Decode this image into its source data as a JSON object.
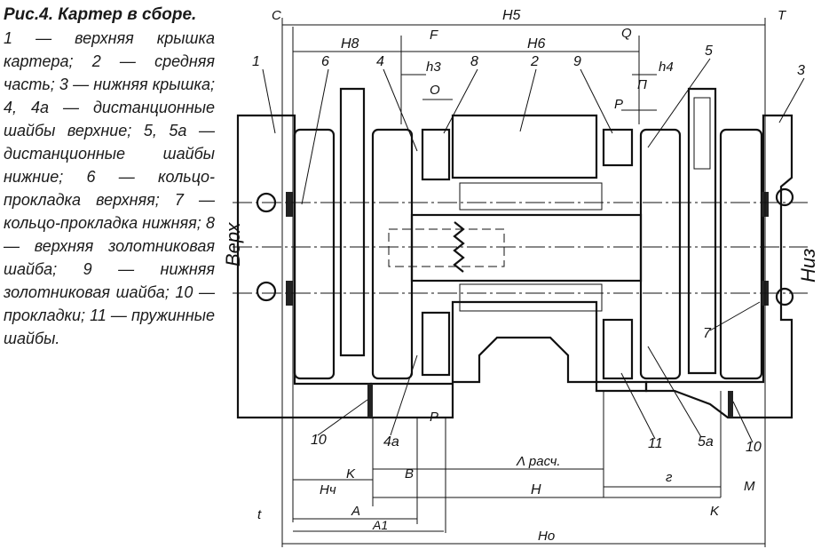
{
  "caption": {
    "title": "Рис.4. Картер в сборе.",
    "body": "1 — верхняя крышка картера; 2 — средняя часть; 3 — нижняя крышка; 4, 4а — дистанционные шайбы верхние; 5, 5а — дистанционные шайбы нижние; 6 — кольцо-прокладка верхняя; 7 — кольцо-прокладка нижняя; 8 — верхняя золотниковая шайба; 9 — нижняя золотниковая шайба; 10 — прокладки; 11 — пружинные шайбы."
  },
  "drawing": {
    "side_left": "Верх",
    "side_right": "Низ",
    "dims_top": [
      "C",
      "H5",
      "T",
      "H8",
      "F",
      "H6",
      "Q",
      "h3",
      "h4",
      "O",
      "П",
      "P"
    ],
    "dims_bottom": [
      "P",
      "K",
      "B",
      "Λ расч.",
      "Hч",
      "H",
      "г",
      "M",
      "A",
      "K",
      "t",
      "A1",
      "Hо"
    ],
    "callouts": [
      "1",
      "6",
      "4",
      "8",
      "2",
      "9",
      "5",
      "3",
      "7",
      "10",
      "4а",
      "11",
      "5а",
      "10"
    ]
  }
}
